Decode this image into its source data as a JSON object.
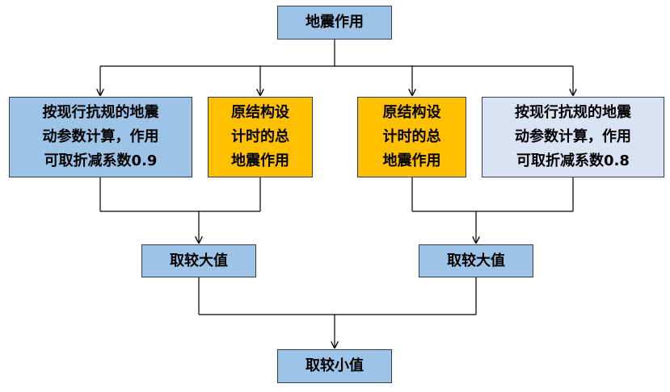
{
  "colors": {
    "blue_box": "#9dc3e6",
    "orange_box": "#ffc000",
    "light_blue_box": "#dae3f3",
    "line": "#000000"
  },
  "nodes": {
    "top": "地震作用",
    "left_code": "按现行抗规的地震\n动参数计算，作用\n可取折减系数0.9",
    "left_original": "原结构设\n计时的总\n地震作用",
    "right_original": "原结构设\n计时的总\n地震作用",
    "right_code": "按现行抗规的地震\n动参数计算，作用\n可取折减系数0.8",
    "left_max": "取较大值",
    "right_max": "取较大值",
    "bottom": "取较小值"
  }
}
